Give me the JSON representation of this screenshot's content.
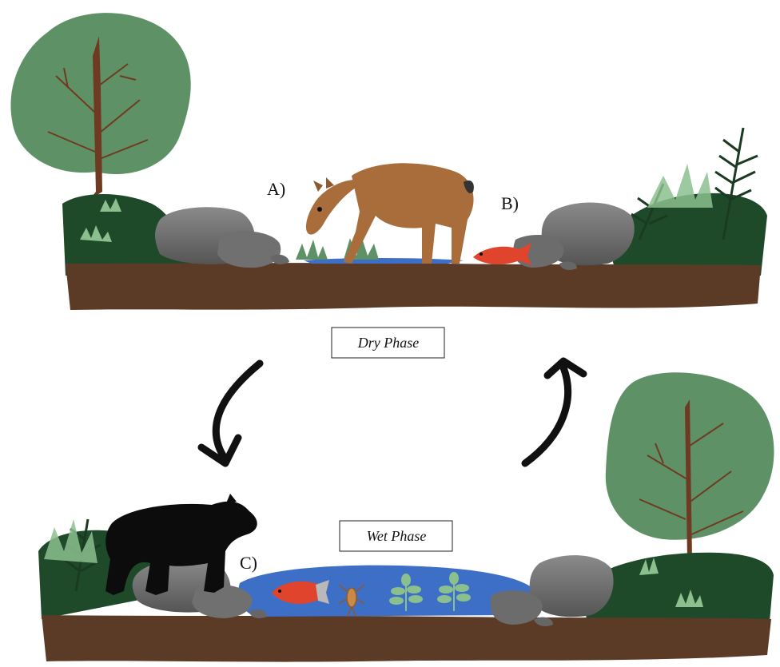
{
  "labels": {
    "a": "A)",
    "b": "B)",
    "c": "C)"
  },
  "phases": {
    "dry": "Dry Phase",
    "wet": "Wet Phase"
  },
  "colors": {
    "soil": "#5b3a26",
    "grass_dark": "#1f4a2a",
    "tree_canopy": "#5e9266",
    "tree_trunk": "#6e3b22",
    "rock": "#6f6f6f",
    "water": "#3e6fc7",
    "deer": "#a96d3c",
    "salmon": "#e0442c",
    "bear": "#0c0c0c",
    "arrow": "#111111"
  }
}
